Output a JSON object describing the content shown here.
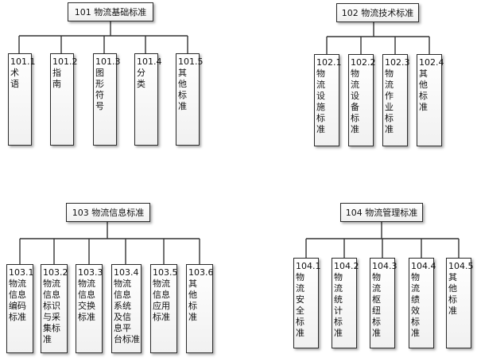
{
  "groups": [
    {
      "root": "101 物流基础标准",
      "children": [
        "101.1\n术\n语",
        "101.2\n指\n南",
        "101.3\n图\n形\n符\n号",
        "101.4\n分\n类",
        "101.5\n其\n他\n标\n准"
      ]
    },
    {
      "root": "102 物流技术标准",
      "children": [
        "102.1\n物\n流\n设\n施\n标\n准",
        "102.2\n物\n流\n设\n备\n标\n准",
        "102.3\n物\n流\n作\n业\n标\n准",
        "102.4\n其\n他\n标\n准"
      ]
    },
    {
      "root": "103 物流信息标准",
      "children": [
        "103.1\n物流\n信息\n编码\n标准",
        "103.2\n物流\n信息\n标识\n与采\n集标\n准",
        "103.3\n物流\n信息\n交换\n标准",
        "103.4\n物流\n信息\n系统\n及信\n息平\n台标准",
        "103.5\n物流\n信息\n应用\n标准",
        "103.6\n其\n他\n标\n准"
      ]
    },
    {
      "root": "104 物流管理标准",
      "children": [
        "104.1\n物\n流\n安\n全\n标\n准",
        "104.2\n物\n流\n统\n计\n标\n准",
        "104.3\n物\n流\n枢\n纽\n标\n准",
        "104.4\n物\n流\n绩\n效\n标\n准",
        "104.5\n其\n他\n标\n准"
      ]
    }
  ]
}
